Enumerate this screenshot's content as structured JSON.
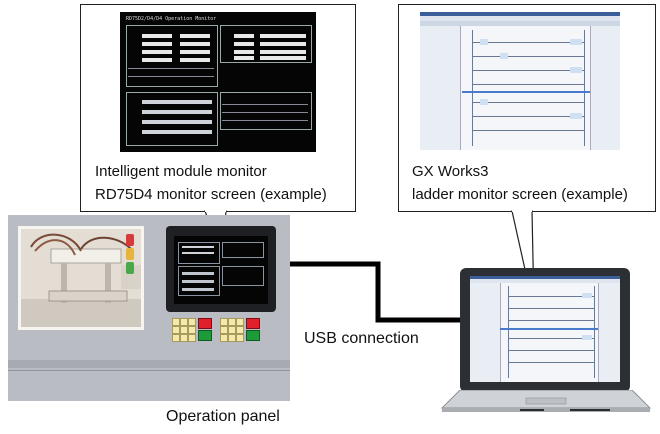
{
  "callouts": {
    "left": {
      "line1": "Intelligent module monitor",
      "line2": "RD75D4 monitor screen (example)",
      "screen_title": "RD75D2/D4/D4 Operation Monitor"
    },
    "right": {
      "line1": "GX Works3",
      "line2": "ladder monitor screen (example)"
    }
  },
  "labels": {
    "usb": "USB connection",
    "panel": "Operation panel"
  },
  "colors": {
    "panel_gray": "#b9bcc3",
    "cable": "#000000",
    "red_button": "#e0202a",
    "green_button": "#1e9a3a",
    "yellow_button": "#f4e9a8",
    "monitor_bg": "#050505"
  }
}
